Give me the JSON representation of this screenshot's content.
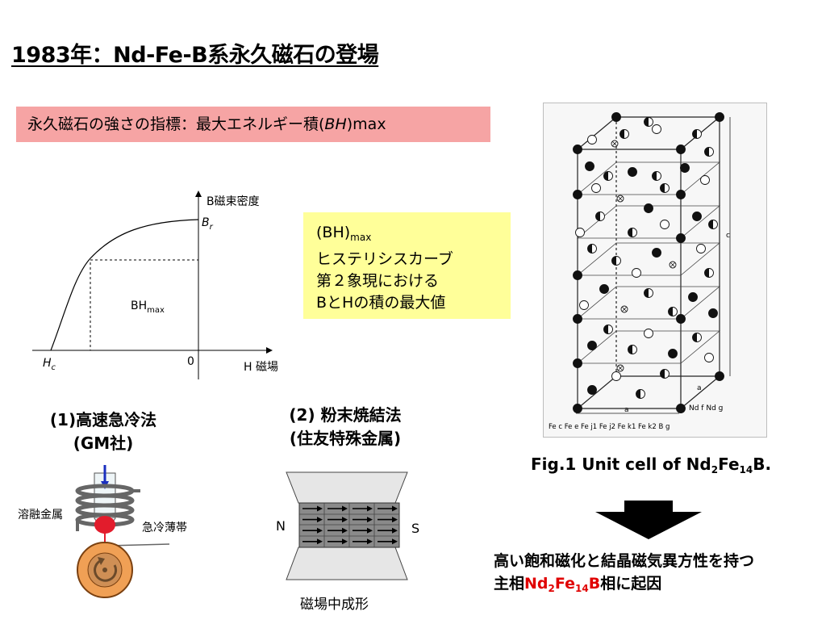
{
  "title": "1983年：Nd-Fe-B系永久磁石の登場",
  "index_box": {
    "text_prefix": "永久磁石の強さの指標：最大エネルギー積(",
    "text_italic": "BH",
    "text_suffix": ")max"
  },
  "graph": {
    "y_axis_label": "B磁束密度",
    "x_axis_label": "H 磁場",
    "br_label": "B",
    "br_sub": "r",
    "hc_label": "H",
    "hc_sub": "c",
    "origin_label": "0",
    "bh_label": "BH",
    "bh_sub": "max"
  },
  "note": {
    "line1_main": "(BH)",
    "line1_sub": "max",
    "line2": "ヒステリシスカーブ",
    "line3": "第２象現における",
    "line4": "BとHの積の最大値"
  },
  "method1": {
    "title_line1": "(1)高速急冷法",
    "title_line2": "(GM社)",
    "label_melt": "溶融金属",
    "label_ribbon": "急冷薄帯"
  },
  "method2": {
    "title_line1": "(2) 粉末焼結法",
    "title_line2": "(住友特殊金属)",
    "label_n": "N",
    "label_s": "S",
    "caption": "磁場中成形"
  },
  "crystal": {
    "axis_a": "a",
    "axis_c": "c",
    "legend_row1": "Nd f    Nd g",
    "legend_row2": "Fe c  Fe e  Fe j1  Fe j2  Fe k1  Fe k2  B g"
  },
  "figure": {
    "caption_prefix": "Fig.1 Unit cell of Nd",
    "sub1": "2",
    "mid": "Fe",
    "sub2": "14",
    "caption_suffix": "B."
  },
  "conclusion": {
    "line1": "高い飽和磁化と結晶磁気異方性を持つ",
    "line2_prefix": "主相",
    "nd": "Nd",
    "sub1": "2",
    "fe": "Fe",
    "sub2": "14",
    "b": "B",
    "line2_suffix": "相に起因"
  },
  "colors": {
    "index_bg": "#f6a4a4",
    "note_bg": "#ffff99",
    "highlight_red": "#e00000",
    "arrow_blue": "#1a2fbf"
  }
}
